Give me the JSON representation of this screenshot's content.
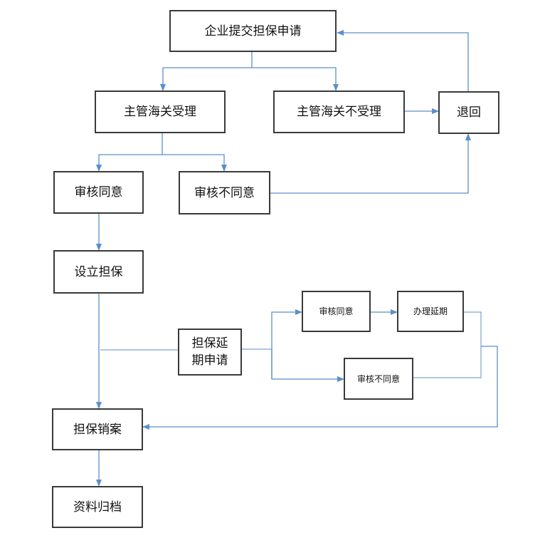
{
  "diagram": {
    "nodes": {
      "submit": "企业提交担保申请",
      "accept": "主管海关受理",
      "not_accept": "主管海关不受理",
      "return": "退回",
      "approve": "审核同意",
      "reject": "审核不同意",
      "setup": "设立担保",
      "extension_line1": "担保延",
      "extension_line2": "期申请",
      "ext_approve": "审核同意",
      "ext_process": "办理延期",
      "ext_reject": "审核不同意",
      "cancel": "担保销案",
      "archive": "资料归档"
    },
    "colors": {
      "connector": "#5b8fc9",
      "box_border": "#3a3a3a"
    }
  }
}
